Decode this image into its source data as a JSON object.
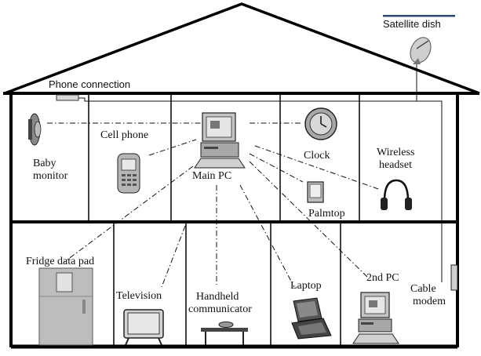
{
  "labels": {
    "satellite_dish": "Satellite dish",
    "phone_connection": "Phone connection",
    "baby_monitor_line1": "Baby",
    "baby_monitor_line2": "monitor",
    "cell_phone": "Cell phone",
    "main_pc": "Main PC",
    "clock": "Clock",
    "wireless_headset_line1": "Wireless",
    "wireless_headset_line2": "headset",
    "palmtop": "Palmtop",
    "fridge_data_pad": "Fridge data pad",
    "television": "Television",
    "handheld_communicator_line1": "Handheld",
    "handheld_communicator_line2": "communicator",
    "laptop": "Laptop",
    "second_pc": "2nd PC",
    "cable_modem_line1": "Cable",
    "cable_modem_line2": "modem"
  },
  "colors": {
    "line": "#111111",
    "device_gray": "#9a9a9a",
    "device_dark": "#3a3a3a",
    "satellite_label_bar": "#2b4a78"
  }
}
